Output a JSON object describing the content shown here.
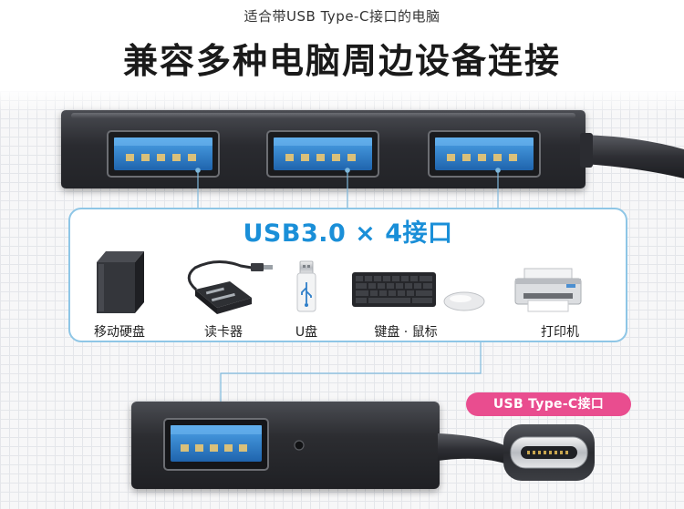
{
  "header": {
    "subtitle": "适合带USB Type-C接口的电脑",
    "title": "兼容多种电脑周边设备连接"
  },
  "panel": {
    "heading": "USB3.0 × 4接口"
  },
  "devices": [
    {
      "label": "移动硬盘",
      "icon": "external-hard-drive-icon"
    },
    {
      "label": "读卡器",
      "icon": "card-reader-icon"
    },
    {
      "label": "U盘",
      "icon": "usb-flash-drive-icon"
    },
    {
      "label": "键盘 · 鼠标",
      "icon": "keyboard-mouse-icon"
    },
    {
      "label": "打印机",
      "icon": "printer-icon"
    }
  ],
  "connector": {
    "badge": "USB Type-C接口"
  },
  "colors": {
    "accent_blue": "#1a8fd8",
    "panel_border": "#8ec6e6",
    "badge_pink": "#e94d8f",
    "hub_body": "#2a2b30",
    "usb_port_blue": "#2f7fc9"
  }
}
